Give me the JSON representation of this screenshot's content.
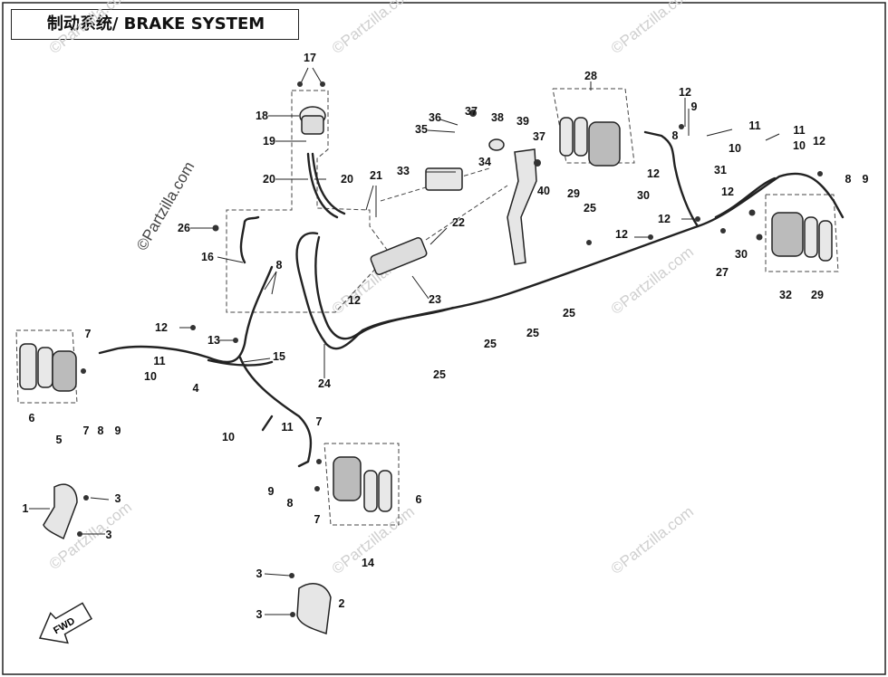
{
  "title": "制动系统/ BRAKE SYSTEM",
  "watermark": "©Partzilla.com",
  "fwd_label": "FWD",
  "colors": {
    "line": "#222222",
    "watermark": "#c8c8c8",
    "background": "#ffffff"
  },
  "callouts": [
    {
      "id": "c17",
      "text": "17"
    },
    {
      "id": "c18",
      "text": "18"
    },
    {
      "id": "c19",
      "text": "19"
    },
    {
      "id": "c20a",
      "text": "20"
    },
    {
      "id": "c20b",
      "text": "20"
    },
    {
      "id": "c21",
      "text": "21"
    },
    {
      "id": "c22",
      "text": "22"
    },
    {
      "id": "c23",
      "text": "23"
    },
    {
      "id": "c24",
      "text": "24"
    },
    {
      "id": "c26",
      "text": "26"
    },
    {
      "id": "c16",
      "text": "16"
    },
    {
      "id": "c8a",
      "text": "8"
    },
    {
      "id": "c36",
      "text": "36"
    },
    {
      "id": "c35",
      "text": "35"
    },
    {
      "id": "c37a",
      "text": "37"
    },
    {
      "id": "c38",
      "text": "38"
    },
    {
      "id": "c39",
      "text": "39"
    },
    {
      "id": "c37b",
      "text": "37"
    },
    {
      "id": "c40",
      "text": "40"
    },
    {
      "id": "c33",
      "text": "33"
    },
    {
      "id": "c34",
      "text": "34"
    },
    {
      "id": "c28",
      "text": "28"
    },
    {
      "id": "c29a",
      "text": "29"
    },
    {
      "id": "c30a",
      "text": "30"
    },
    {
      "id": "c12a",
      "text": "12"
    },
    {
      "id": "c9a",
      "text": "9"
    },
    {
      "id": "c8b",
      "text": "8"
    },
    {
      "id": "c12b",
      "text": "12"
    },
    {
      "id": "c11a",
      "text": "11"
    },
    {
      "id": "c10a",
      "text": "10"
    },
    {
      "id": "c11b",
      "text": "11"
    },
    {
      "id": "c10b",
      "text": "10"
    },
    {
      "id": "c12c",
      "text": "12"
    },
    {
      "id": "c31",
      "text": "31"
    },
    {
      "id": "c12d",
      "text": "12"
    },
    {
      "id": "c8c",
      "text": "8"
    },
    {
      "id": "c9b",
      "text": "9"
    },
    {
      "id": "c25a",
      "text": "25"
    },
    {
      "id": "c12e",
      "text": "12"
    },
    {
      "id": "c12f",
      "text": "12"
    },
    {
      "id": "c27",
      "text": "27"
    },
    {
      "id": "c30b",
      "text": "30"
    },
    {
      "id": "c32",
      "text": "32"
    },
    {
      "id": "c29b",
      "text": "29"
    },
    {
      "id": "c12g",
      "text": "12"
    },
    {
      "id": "c25b",
      "text": "25"
    },
    {
      "id": "c25c",
      "text": "25"
    },
    {
      "id": "c25d",
      "text": "25"
    },
    {
      "id": "c25e",
      "text": "25"
    },
    {
      "id": "c12h",
      "text": "12"
    },
    {
      "id": "c13",
      "text": "13"
    },
    {
      "id": "c15",
      "text": "15"
    },
    {
      "id": "c7a",
      "text": "7"
    },
    {
      "id": "c11c",
      "text": "11"
    },
    {
      "id": "c10c",
      "text": "10"
    },
    {
      "id": "c4",
      "text": "4"
    },
    {
      "id": "c6a",
      "text": "6"
    },
    {
      "id": "c5",
      "text": "5"
    },
    {
      "id": "c7b",
      "text": "7"
    },
    {
      "id": "c8d",
      "text": "8"
    },
    {
      "id": "c9c",
      "text": "9"
    },
    {
      "id": "c10d",
      "text": "10"
    },
    {
      "id": "c11d",
      "text": "11"
    },
    {
      "id": "c7c",
      "text": "7"
    },
    {
      "id": "c9d",
      "text": "9"
    },
    {
      "id": "c8e",
      "text": "8"
    },
    {
      "id": "c7d",
      "text": "7"
    },
    {
      "id": "c6b",
      "text": "6"
    },
    {
      "id": "c14",
      "text": "14"
    },
    {
      "id": "c1",
      "text": "1"
    },
    {
      "id": "c3a",
      "text": "3"
    },
    {
      "id": "c3b",
      "text": "3"
    },
    {
      "id": "c3c",
      "text": "3"
    },
    {
      "id": "c2",
      "text": "2"
    },
    {
      "id": "c3d",
      "text": "3"
    }
  ]
}
